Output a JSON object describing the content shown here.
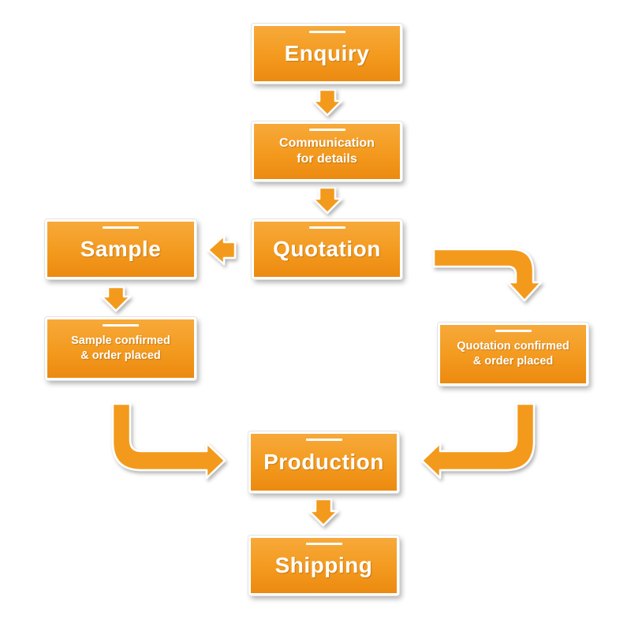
{
  "colors": {
    "node_fill": "#f39a1e",
    "node_fill_light": "#f7a93a",
    "node_fill_dark": "#ec8a10",
    "arrow_fill": "#f39a1e",
    "arrow_outline": "#ffffff"
  },
  "nodes": {
    "enquiry": {
      "label": "Enquiry"
    },
    "communication": {
      "line1": "Communication",
      "line2": "for details"
    },
    "quotation": {
      "label": "Quotation"
    },
    "sample": {
      "label": "Sample"
    },
    "sample_confirmed": {
      "line1": "Sample confirmed",
      "line2": "& order placed"
    },
    "quotation_confirmed": {
      "line1": "Quotation confirmed",
      "line2": "& order placed"
    },
    "production": {
      "label": "Production"
    },
    "shipping": {
      "label": "Shipping"
    }
  }
}
